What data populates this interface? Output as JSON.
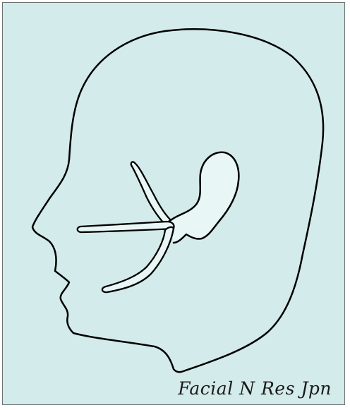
{
  "figure": {
    "caption": "Facial N Res Jpn",
    "colors": {
      "background": "#d3ebea",
      "outline": "#000000",
      "border": "#6c7272",
      "nerve_fill": "#e8f6f5"
    },
    "parts": [
      "head-outline",
      "ear",
      "facial-nerve-upper-branch",
      "facial-nerve-middle-branch",
      "facial-nerve-lower-branch"
    ]
  }
}
